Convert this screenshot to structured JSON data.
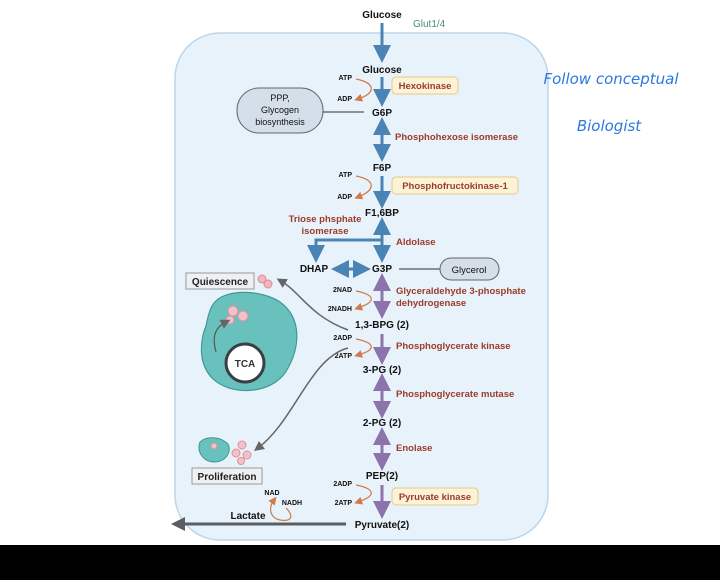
{
  "metabolites": {
    "glucose_out": "Glucose",
    "glut": "Glut1/4",
    "glucose": "Glucose",
    "g6p": "G6P",
    "f6p": "F6P",
    "f16bp": "F1,6BP",
    "dhap": "DHAP",
    "g3p": "G3P",
    "bpg": "1,3-BPG (2)",
    "pg3": "3-PG (2)",
    "pg2": "2-PG (2)",
    "pep": "PEP(2)",
    "pyruvate": "Pyruvate(2)",
    "lactate": "Lactate"
  },
  "enzymes": {
    "hexokinase": "Hexokinase",
    "phi": "Phosphohexose isomerase",
    "pfk1": "Phosphofructokinase-1",
    "tpi_line1": "Triose phsphate",
    "tpi_line2": "isomerase",
    "aldolase": "Aldolase",
    "gapdh_line1": "Glyceraldehyde 3-phosphate",
    "gapdh_line2": "dehydrogenase",
    "pgk": "Phosphoglycerate kinase",
    "pgm": "Phosphoglycerate mutase",
    "enolase": "Enolase",
    "pk": "Pyruvate kinase"
  },
  "cofactors": {
    "atp1": "ATP",
    "adp1": "ADP",
    "atp2": "ATP",
    "adp2": "ADP",
    "nad_in": "2NAD",
    "nadh_out": "2NADH",
    "adp3": "2ADP",
    "atp3": "2ATP",
    "adp4": "2ADP",
    "atp4": "2ATP",
    "nad_ldh": "NAD",
    "nadh_ldh": "NADH"
  },
  "side": {
    "ppp_line1": "PPP,",
    "ppp_line2": "Glycogen",
    "ppp_line3": "biosynthesis",
    "glycerol": "Glycerol",
    "quiescence": "Quiescence",
    "tca": "TCA",
    "proliferation": "Proliferation"
  },
  "watermark": {
    "line1": "Follow conceptual",
    "line2": "Biologist"
  },
  "colors": {
    "arrow_blue": "#4a84b5",
    "arrow_purple": "#8c73ac",
    "enzyme_text": "#9b3b2b",
    "enzyme_box_fill": "#fcf3d7",
    "enzyme_box_stroke": "#e5c98a",
    "cell_fill": "#e8f2fa",
    "mito_fill": "#69c1bd",
    "watermark": "#2d78e0"
  }
}
